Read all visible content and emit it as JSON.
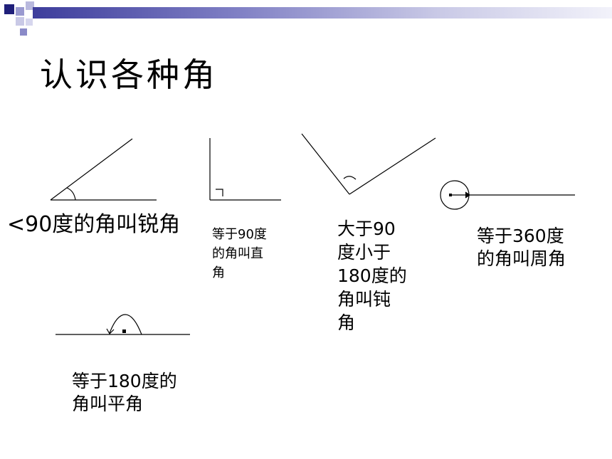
{
  "slide": {
    "title": "认识各种角"
  },
  "angles": {
    "acute": {
      "label": "<90度的角叫锐角"
    },
    "right": {
      "label": "等于90度\n的角叫直\n角"
    },
    "obtuse": {
      "label": "大于90\n度小于\n180度的\n角叫钝\n角"
    },
    "full": {
      "label": "等于360度\n的角叫周角"
    },
    "straight": {
      "label": "等于180度的\n角叫平角"
    }
  },
  "colors": {
    "bar_dark": "#3d3d9c",
    "square_dark": "#1f1f7a",
    "square_light": "#9a9ad0"
  }
}
